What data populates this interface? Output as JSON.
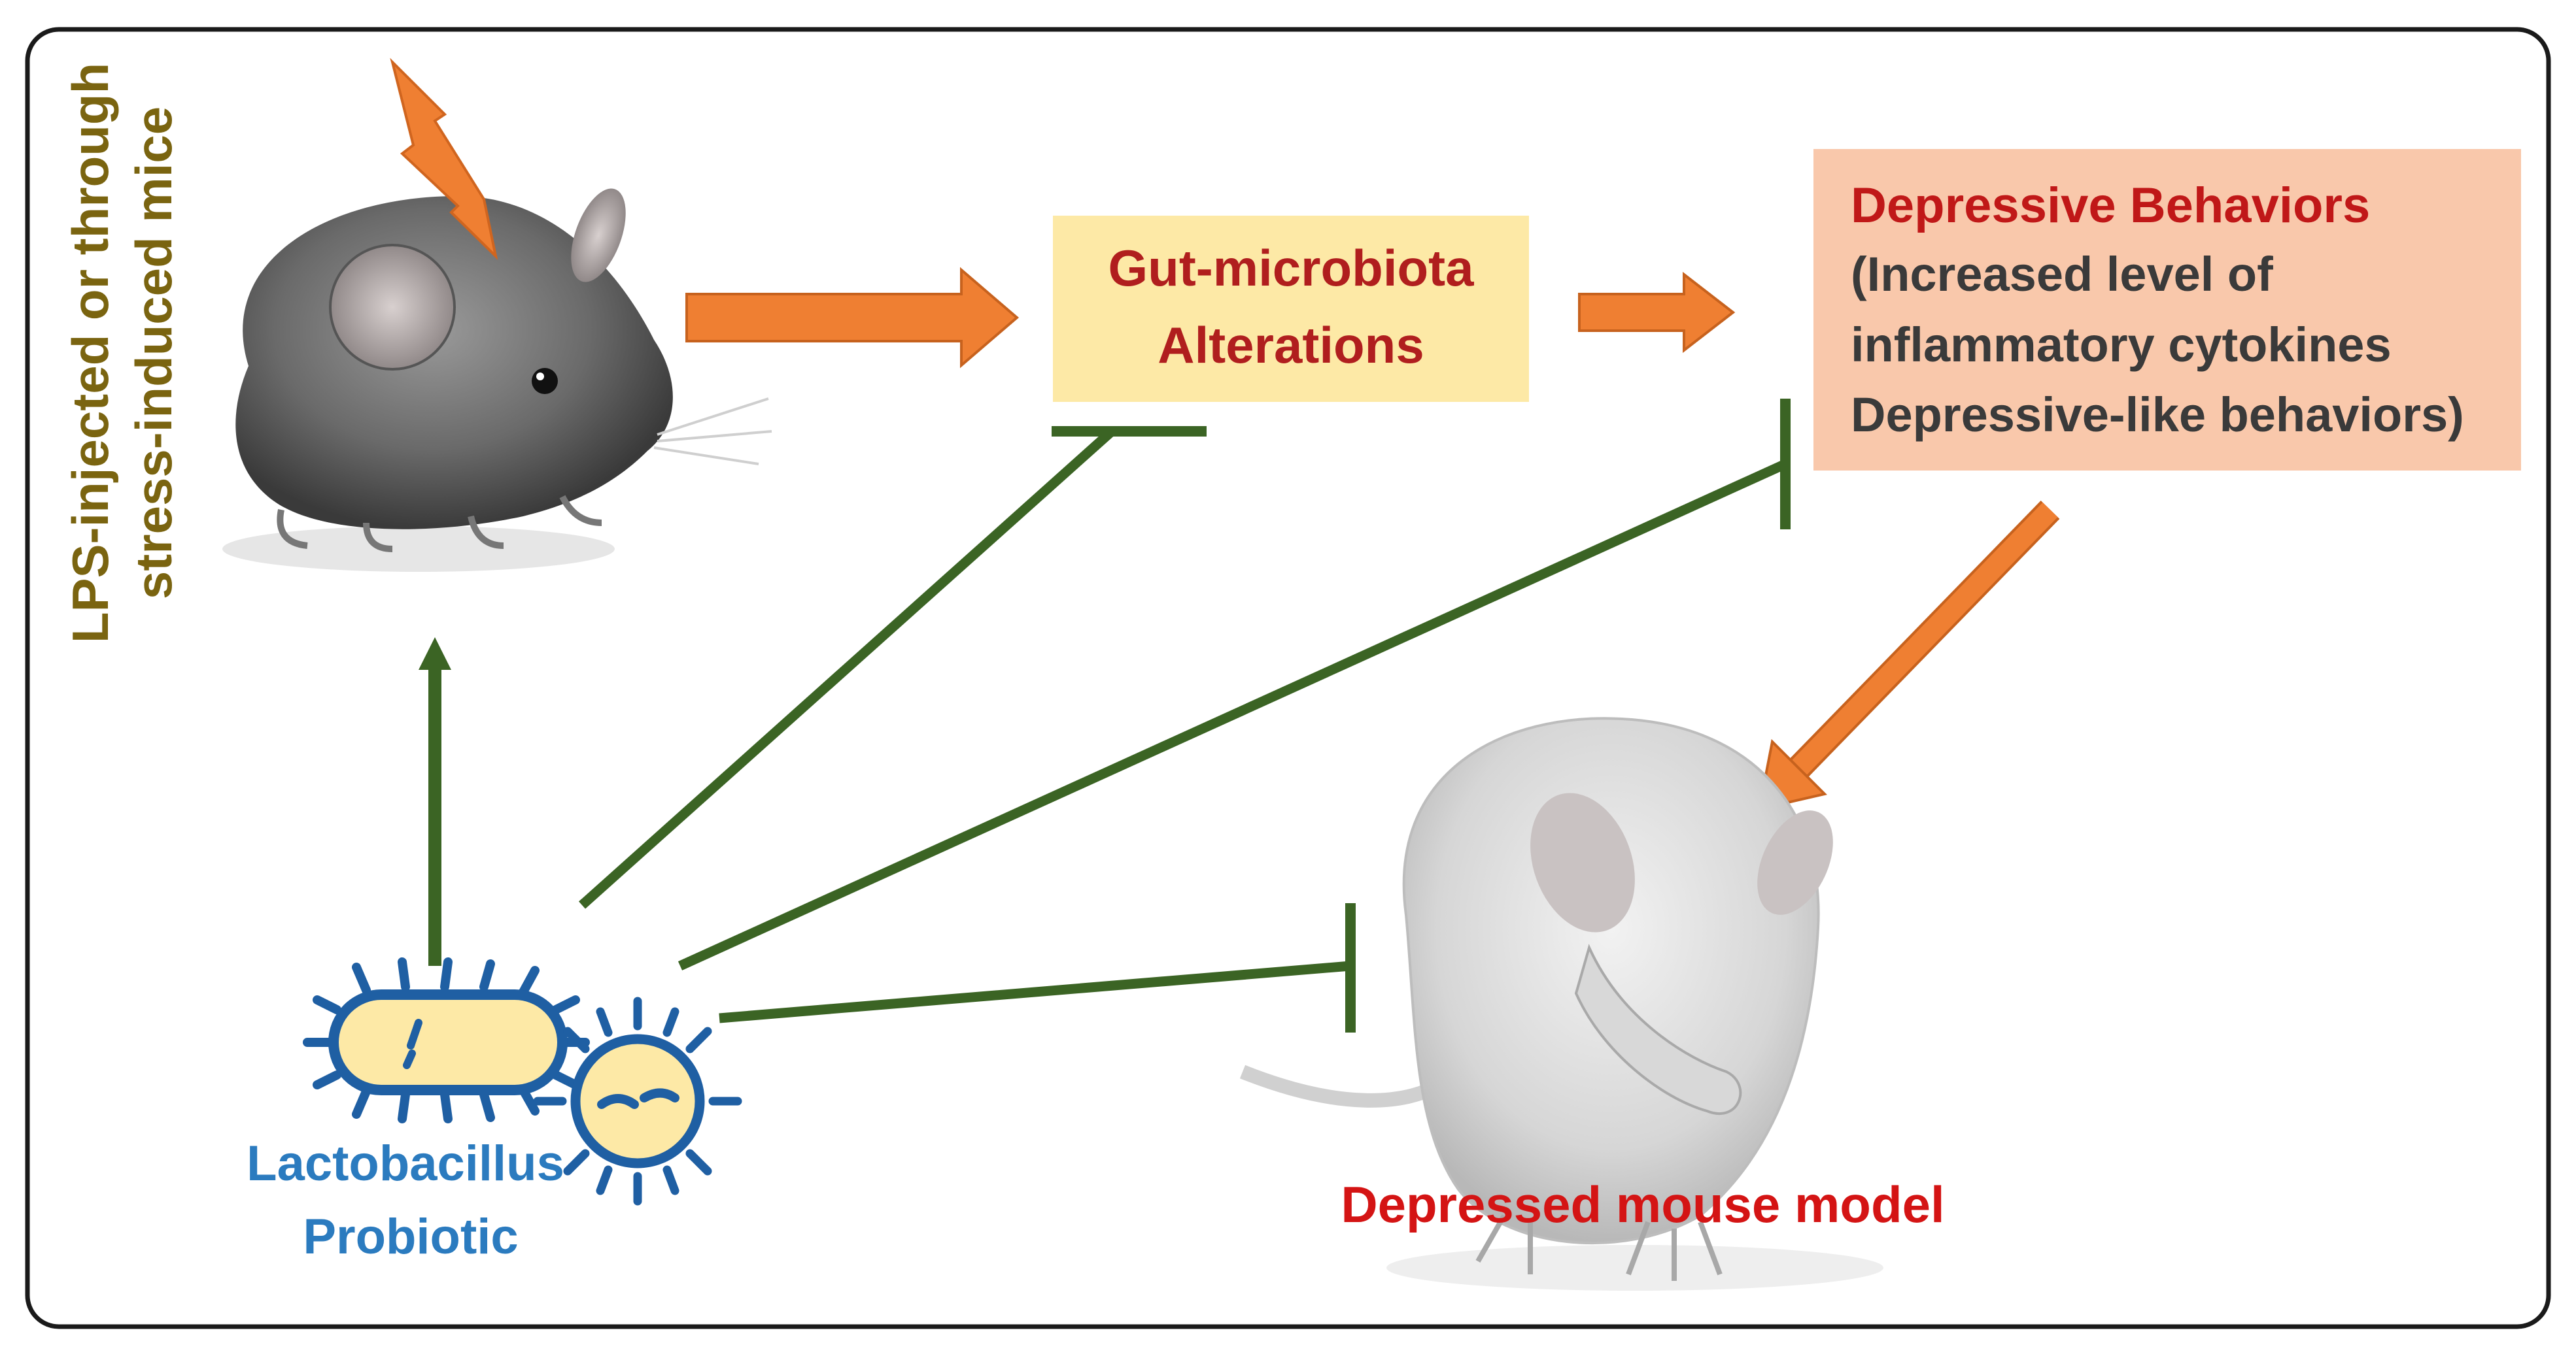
{
  "side_label": {
    "line1": "LPS-injected or through",
    "line2": "stress-induced mice",
    "color": "#7a6410"
  },
  "gut_box": {
    "line1": "Gut-microbiota",
    "line2": "Alterations",
    "fill": "#fde9a6",
    "text_color": "#b01e1e"
  },
  "depressive_box": {
    "title": "Depressive Behaviors",
    "line1": "(Increased level of",
    "line2": "inflammatory cytokines",
    "line3": "Depressive-like behaviors)",
    "fill": "#f9c8ab",
    "title_color": "#c01818",
    "text_color": "#3a3a3a"
  },
  "probiotic": {
    "line1": "Lactobacillus",
    "line2": "Probiotic",
    "color": "#2b7bbf",
    "bacteria_fill": "#fde9a6",
    "bacteria_stroke": "#1f5fa3"
  },
  "depressed_label": {
    "text": "Depressed mouse model",
    "color": "#d41414"
  },
  "colors": {
    "orange_arrow": "#ef7f32",
    "green_line": "#3b6424",
    "frame": "#1a1a1a"
  },
  "icons": {
    "stressed_mouse": "mouse-icon",
    "lightning": "lightning-bolt-icon",
    "depressed_mouse": "hiding-mouse-icon",
    "bacillus": "rod-bacterium-icon",
    "coccus": "round-bacterium-icon"
  }
}
